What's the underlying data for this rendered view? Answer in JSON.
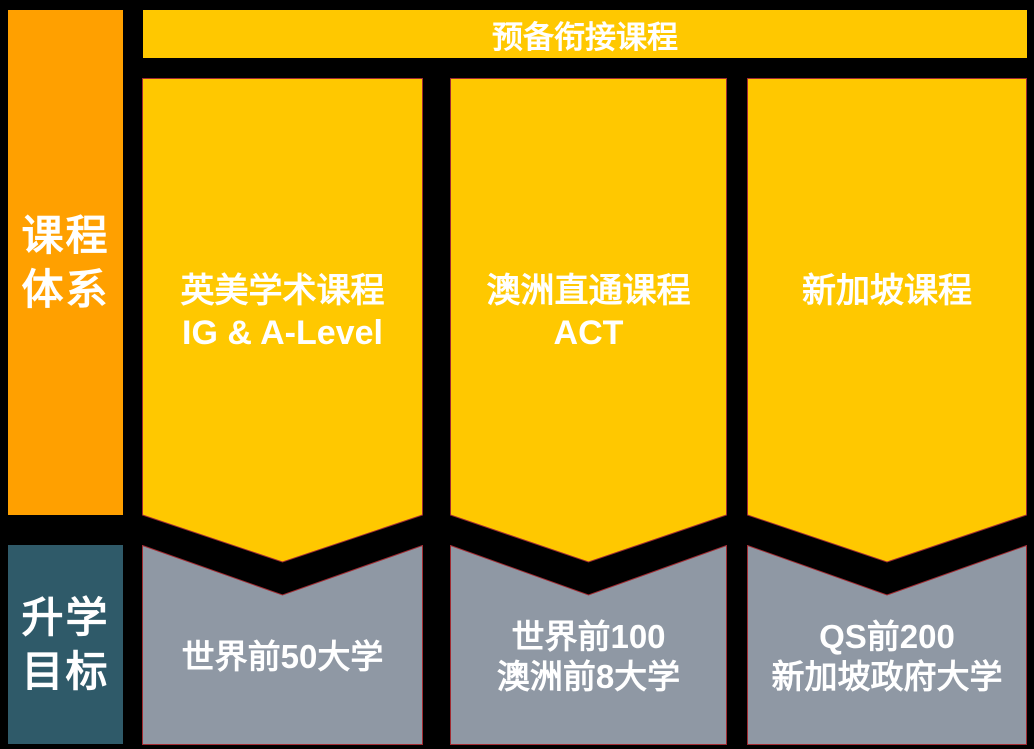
{
  "title": "课程体系与升学目标图",
  "colors": {
    "background": "#000000",
    "sidebar_orange": "#FFA000",
    "banner_yellow": "#FFC800",
    "goal_gray": "#8F98A4",
    "goal_teal": "#2F5A69",
    "shape_outline": "#A12B32",
    "text_white": "#FFFFFF"
  },
  "sidebar": {
    "course_label_line1": "课程",
    "course_label_line2": "体系",
    "goal_label_line1": "升学",
    "goal_label_line2": "目标"
  },
  "banner": {
    "label": "预备衔接课程"
  },
  "columns": [
    {
      "course_line1": "英美学术课程",
      "course_line2": "IG & A-Level",
      "goal_line1": "世界前50大学"
    },
    {
      "course_line1": "澳洲直通课程",
      "course_line2": "ACT",
      "goal_line1": "世界前100",
      "goal_line2": "澳洲前8大学"
    },
    {
      "course_line1": "新加坡课程",
      "goal_line1": "QS前200",
      "goal_line2": "新加坡政府大学"
    }
  ]
}
